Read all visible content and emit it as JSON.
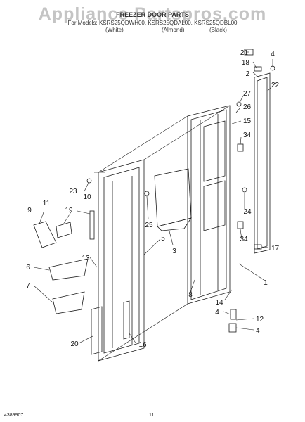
{
  "watermark": "Appliance Partspros.com",
  "header": {
    "title": "FREEZER DOOR PARTS",
    "models": "For Models: KSRS25QDWH00, KSRS25QDAL00, KSRS25QDBL00",
    "colors": [
      "(White)",
      "(Almond)",
      "(Black)"
    ]
  },
  "callouts": [
    "21",
    "4",
    "18",
    "2",
    "22",
    "27",
    "26",
    "15",
    "34",
    "23",
    "10",
    "24",
    "9",
    "11",
    "19",
    "25",
    "3",
    "34",
    "17",
    "5",
    "6",
    "13",
    "8",
    "1",
    "14",
    "7",
    "4",
    "12",
    "4",
    "20",
    "16"
  ],
  "footer": {
    "doc_number": "4389907",
    "page": "11"
  },
  "colors": {
    "line": "#1a1a1a",
    "watermark": "#c4c4c4"
  }
}
